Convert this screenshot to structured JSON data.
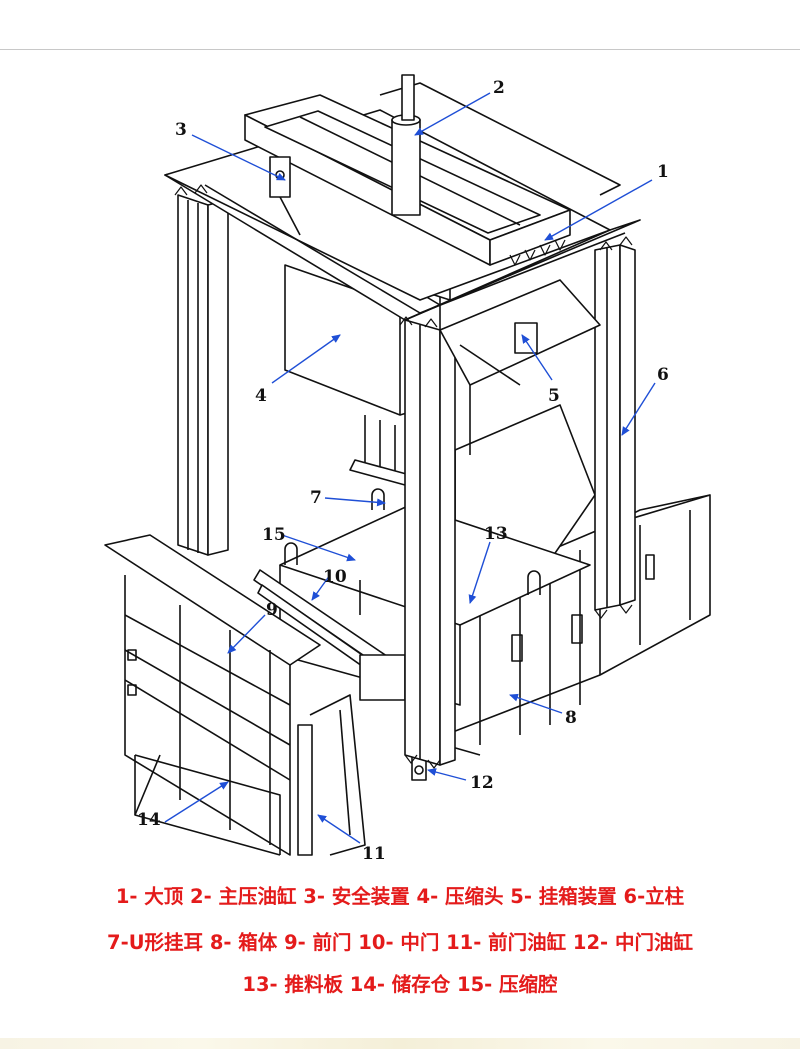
{
  "diagram": {
    "callouts": [
      "1",
      "2",
      "3",
      "4",
      "5",
      "6",
      "7",
      "8",
      "9",
      "10",
      "11",
      "12",
      "13",
      "14",
      "15"
    ],
    "legend_lines": [
      "1- 大顶 2- 主压油缸 3- 安全装置 4- 压缩头 5- 挂箱装置 6-立柱",
      "7-U形挂耳 8- 箱体 9- 前门 10- 中门 11- 前门油缸 12- 中门油缸",
      "13- 推料板 14- 储存仓 15- 压缩腔"
    ]
  },
  "colors": {
    "line": "#111111",
    "arrow": "#1f4fd6",
    "legend": "#e41b1b"
  }
}
